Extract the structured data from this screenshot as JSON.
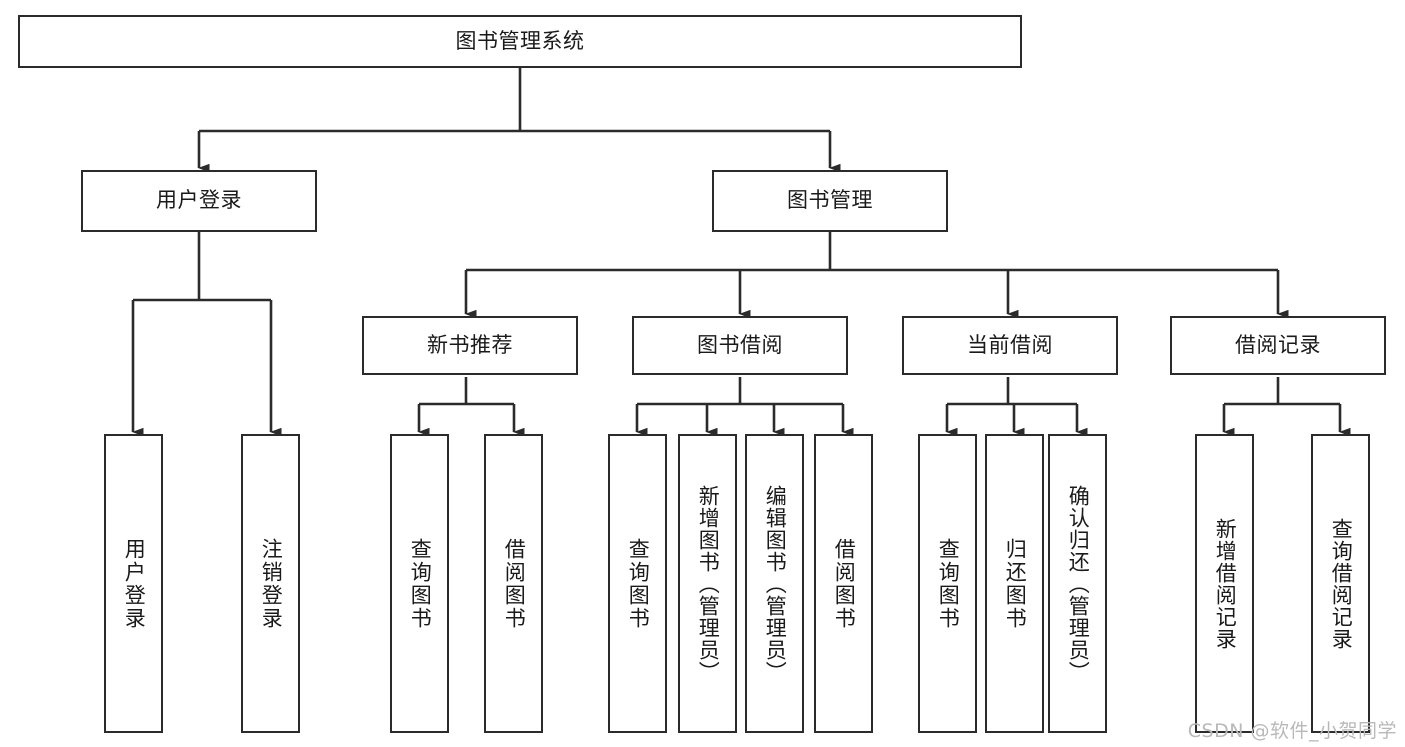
{
  "diagram": {
    "title": "图书管理系统",
    "type": "tree",
    "orientation": "top-down",
    "line_color": "#2b2b2b",
    "box_fill": "#ffffff",
    "text_color": "#1a1a1a",
    "watermark": "CSDN @软件_小贺同学",
    "nodes": {
      "root": {
        "label": "图书管理系统"
      },
      "level2": [
        {
          "id": "user-login",
          "label": "用户登录"
        },
        {
          "id": "book-manage",
          "label": "图书管理"
        }
      ],
      "level3": [
        {
          "id": "new-book-recommend",
          "label": "新书推荐",
          "parent": "book-manage"
        },
        {
          "id": "book-borrow",
          "label": "图书借阅",
          "parent": "book-manage"
        },
        {
          "id": "current-borrow",
          "label": "当前借阅",
          "parent": "book-manage"
        },
        {
          "id": "borrow-record",
          "label": "借阅记录",
          "parent": "book-manage"
        }
      ],
      "leaves": [
        {
          "id": "leaf-user-login",
          "label": "用户登录",
          "parent": "user-login"
        },
        {
          "id": "leaf-user-logout",
          "label": "注销登录",
          "parent": "user-login"
        },
        {
          "id": "leaf-query-book-1",
          "label": "查询图书",
          "parent": "new-book-recommend"
        },
        {
          "id": "leaf-borrow-book-1",
          "label": "借阅图书",
          "parent": "new-book-recommend"
        },
        {
          "id": "leaf-query-book-2",
          "label": "查询图书",
          "parent": "book-borrow"
        },
        {
          "id": "leaf-add-book",
          "label": "新增图书（管理员）",
          "parent": "book-borrow"
        },
        {
          "id": "leaf-edit-book",
          "label": "编辑图书（管理员）",
          "parent": "book-borrow"
        },
        {
          "id": "leaf-borrow-book-2",
          "label": "借阅图书",
          "parent": "book-borrow"
        },
        {
          "id": "leaf-query-book-3",
          "label": "查询图书",
          "parent": "current-borrow"
        },
        {
          "id": "leaf-return-book",
          "label": "归还图书",
          "parent": "current-borrow"
        },
        {
          "id": "leaf-confirm-return",
          "label": "确认归还（管理员）",
          "parent": "current-borrow"
        },
        {
          "id": "leaf-add-record",
          "label": "新增借阅记录",
          "parent": "borrow-record"
        },
        {
          "id": "leaf-query-record",
          "label": "查询借阅记录",
          "parent": "borrow-record"
        }
      ]
    }
  }
}
